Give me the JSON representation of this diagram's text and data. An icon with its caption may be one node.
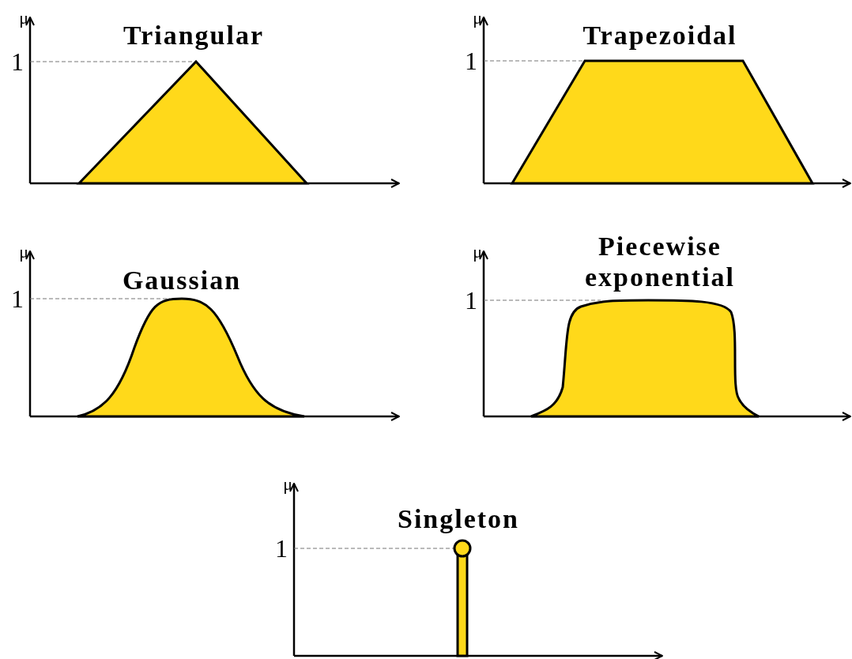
{
  "diagram": {
    "labels": [
      "μ",
      "Triangular",
      "1",
      "μ",
      "Trapezoidal",
      "1",
      "μ",
      "Gaussian",
      "1",
      "μ",
      "Piecewise exponential",
      "1",
      "μ",
      "Singleton",
      "1"
    ]
  }
}
